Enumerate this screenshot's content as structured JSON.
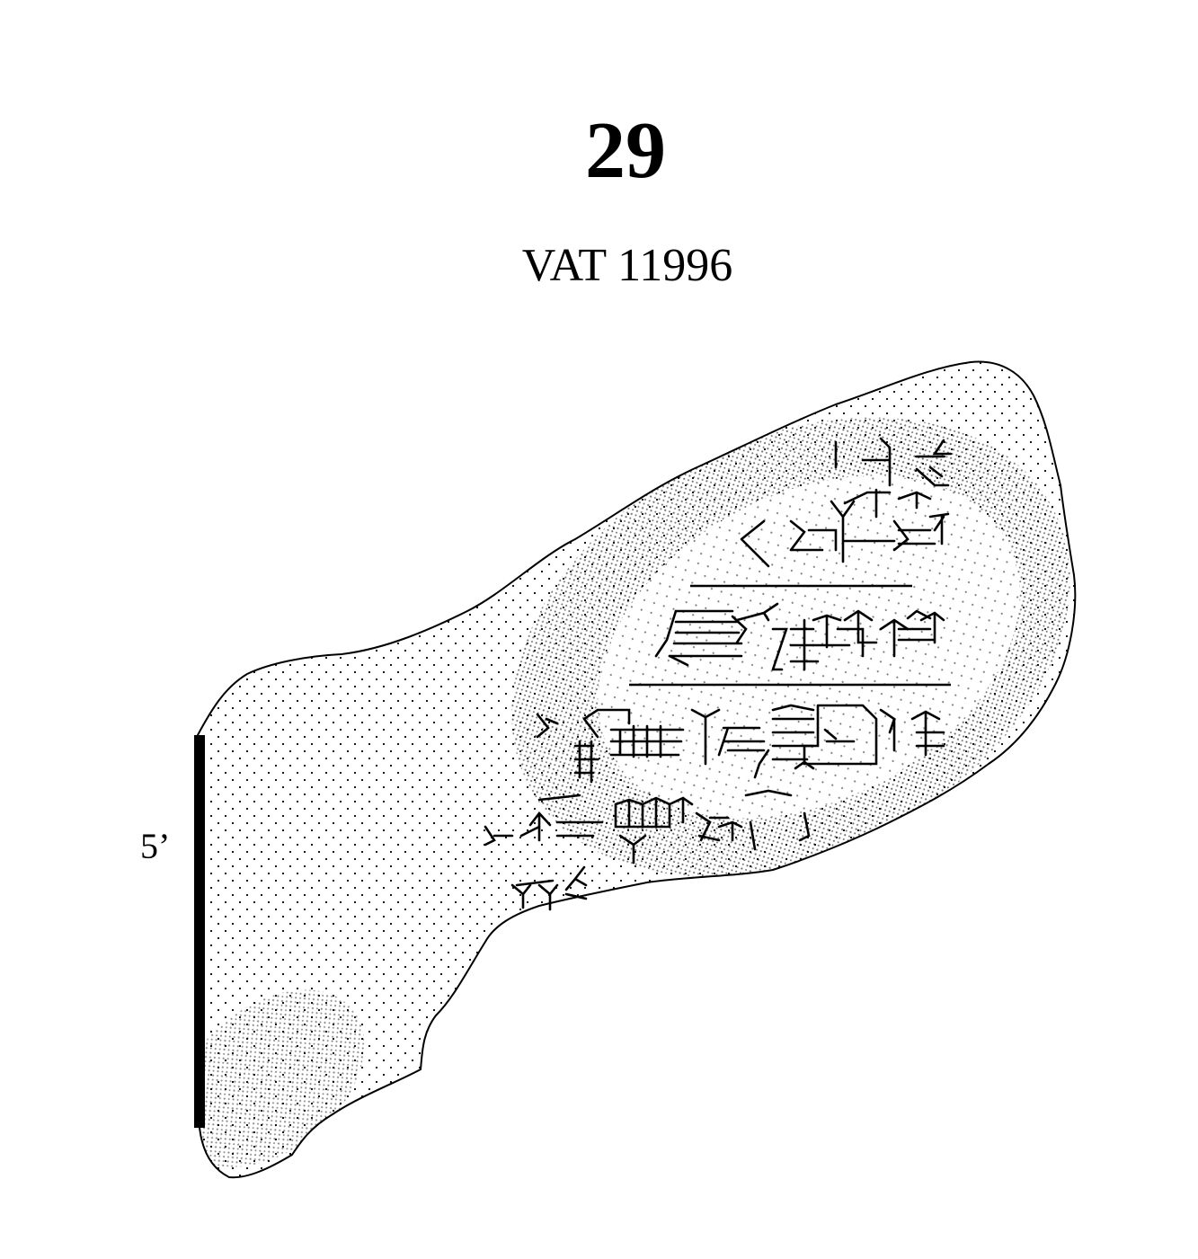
{
  "plate": {
    "number": "29",
    "museum_number": "VAT 11996"
  },
  "tablet": {
    "line_label": "5’",
    "ink_color": "#000000",
    "stipple_color": "#000000",
    "background": "#ffffff"
  }
}
